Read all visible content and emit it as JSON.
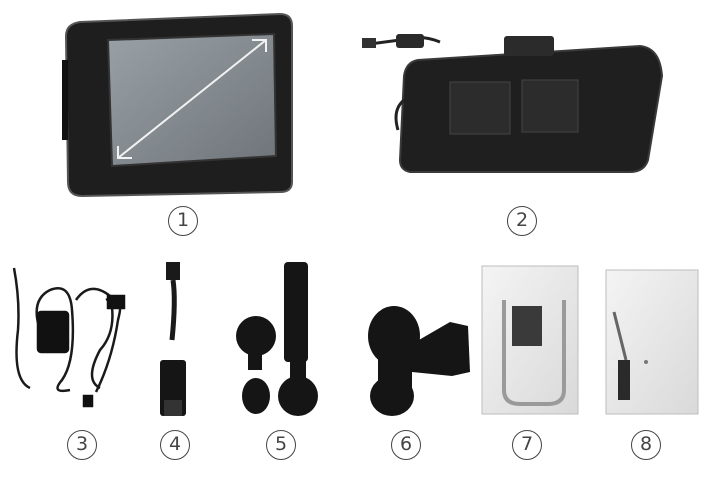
{
  "items": [
    {
      "id": "gps-unit",
      "number": "1"
    },
    {
      "id": "mount-cradle",
      "number": "2"
    },
    {
      "id": "power-cable",
      "number": "3"
    },
    {
      "id": "usb-adapter-cable",
      "number": "4"
    },
    {
      "id": "ball-mounts",
      "number": "5"
    },
    {
      "id": "double-socket-arm",
      "number": "6"
    },
    {
      "id": "u-bolt-hardware-bag",
      "number": "7"
    },
    {
      "id": "screwdriver-bag",
      "number": "8"
    }
  ],
  "colors": {
    "background": "#ffffff",
    "device": "#1e1e1e",
    "screen": "#8a9196",
    "label": "#444444"
  }
}
